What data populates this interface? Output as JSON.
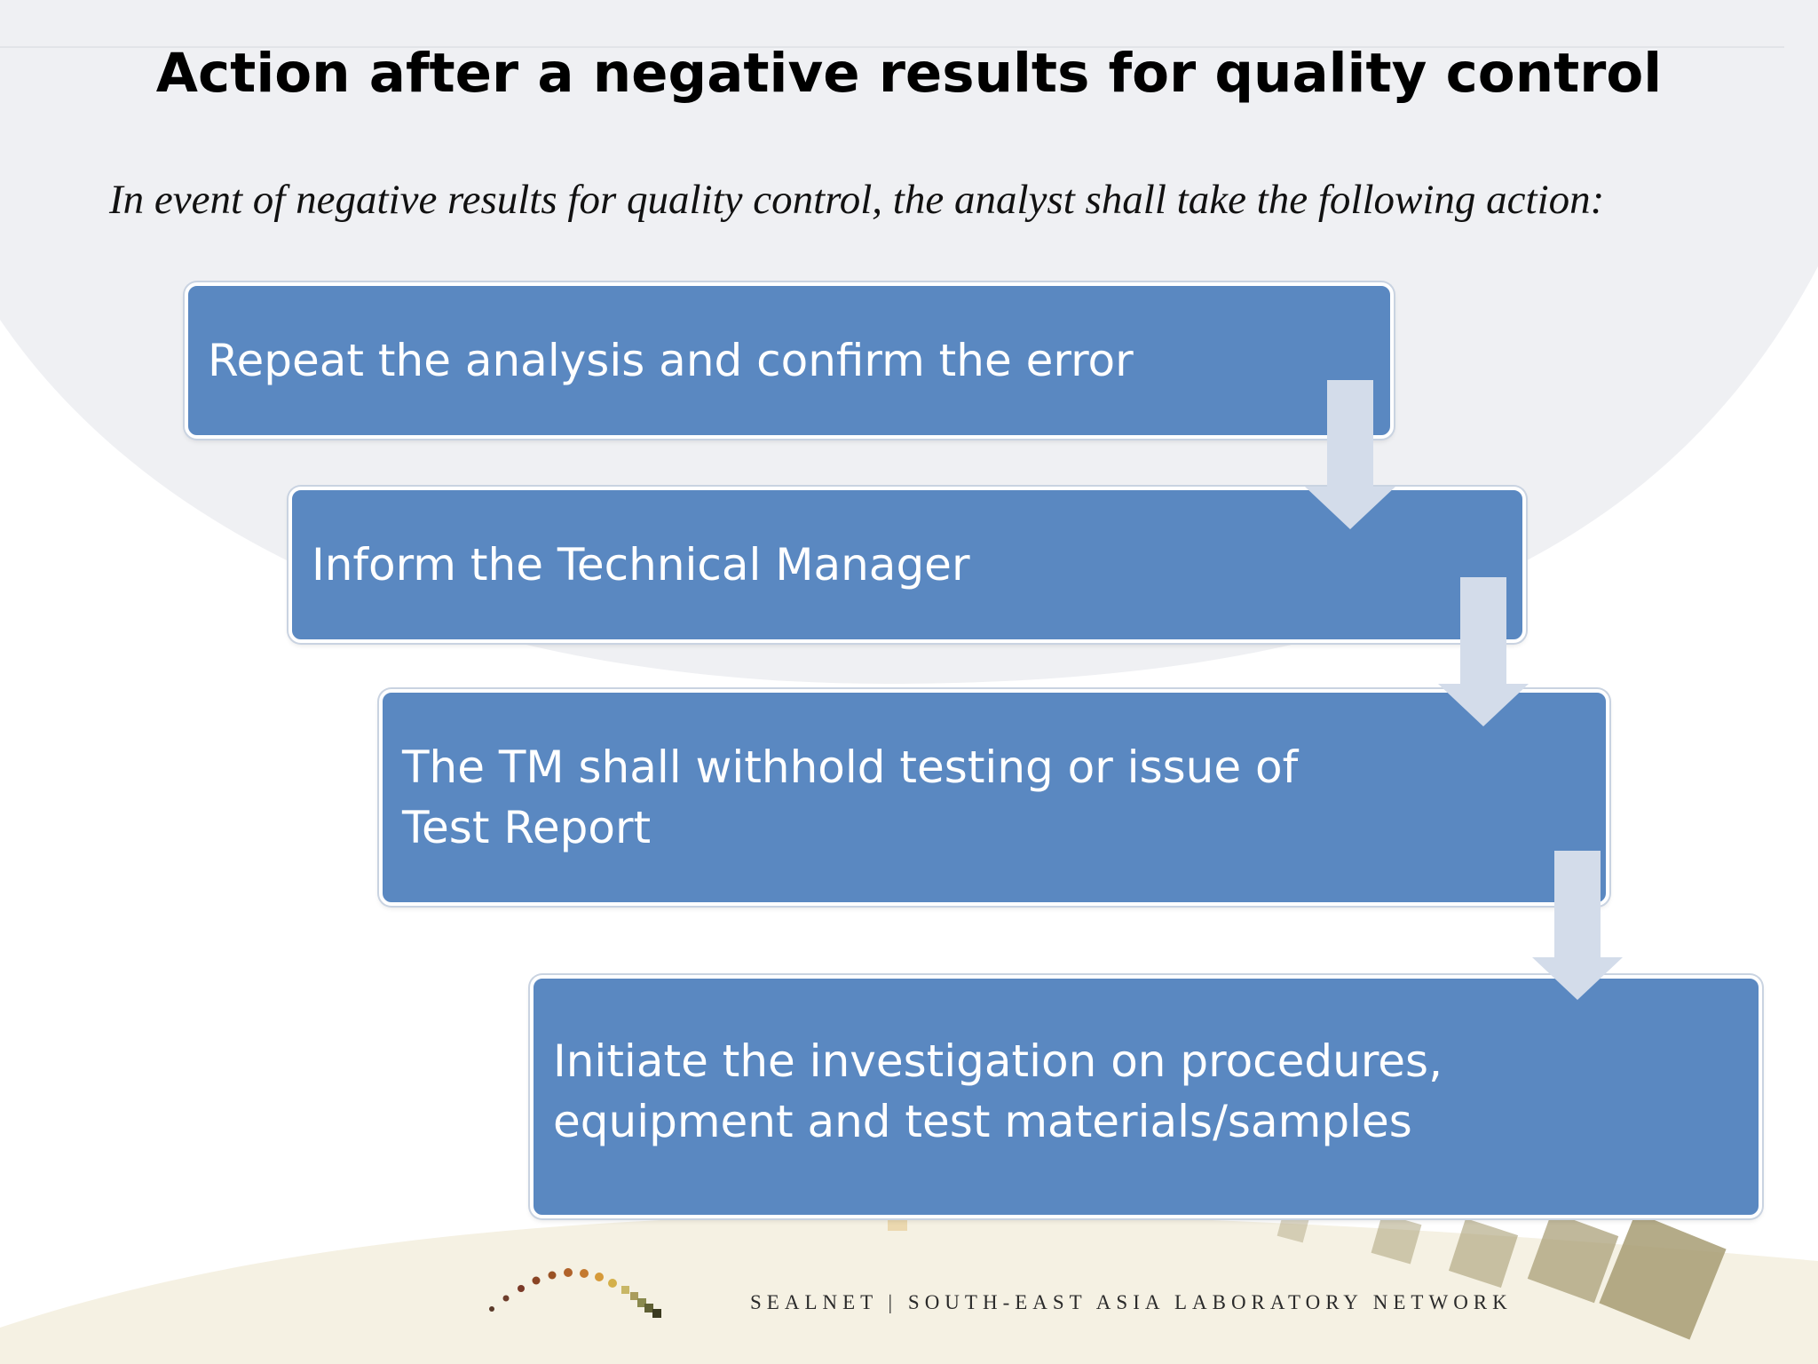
{
  "slide": {
    "title": "Action after a negative results for quality control",
    "intro": "In event of negative results for quality control, the analyst shall take the following action:"
  },
  "steps": [
    {
      "label": "Repeat the analysis and confirm the error"
    },
    {
      "label": "Inform the Technical Manager"
    },
    {
      "label": "The TM shall withhold testing or issue of\nTest Report"
    },
    {
      "label": "Initiate the investigation on procedures,\nequipment and test materials/samples"
    }
  ],
  "footer": {
    "text": "SEALNET | SOUTH-EAST ASIA LABORATORY NETWORK"
  },
  "colors": {
    "box_fill": "#5a88c1",
    "arrow_fill": "#d3dcea",
    "top_arc": "#eff0f3",
    "bottom_band": "#f5f1e3",
    "logo_squares": "#a79c73"
  }
}
